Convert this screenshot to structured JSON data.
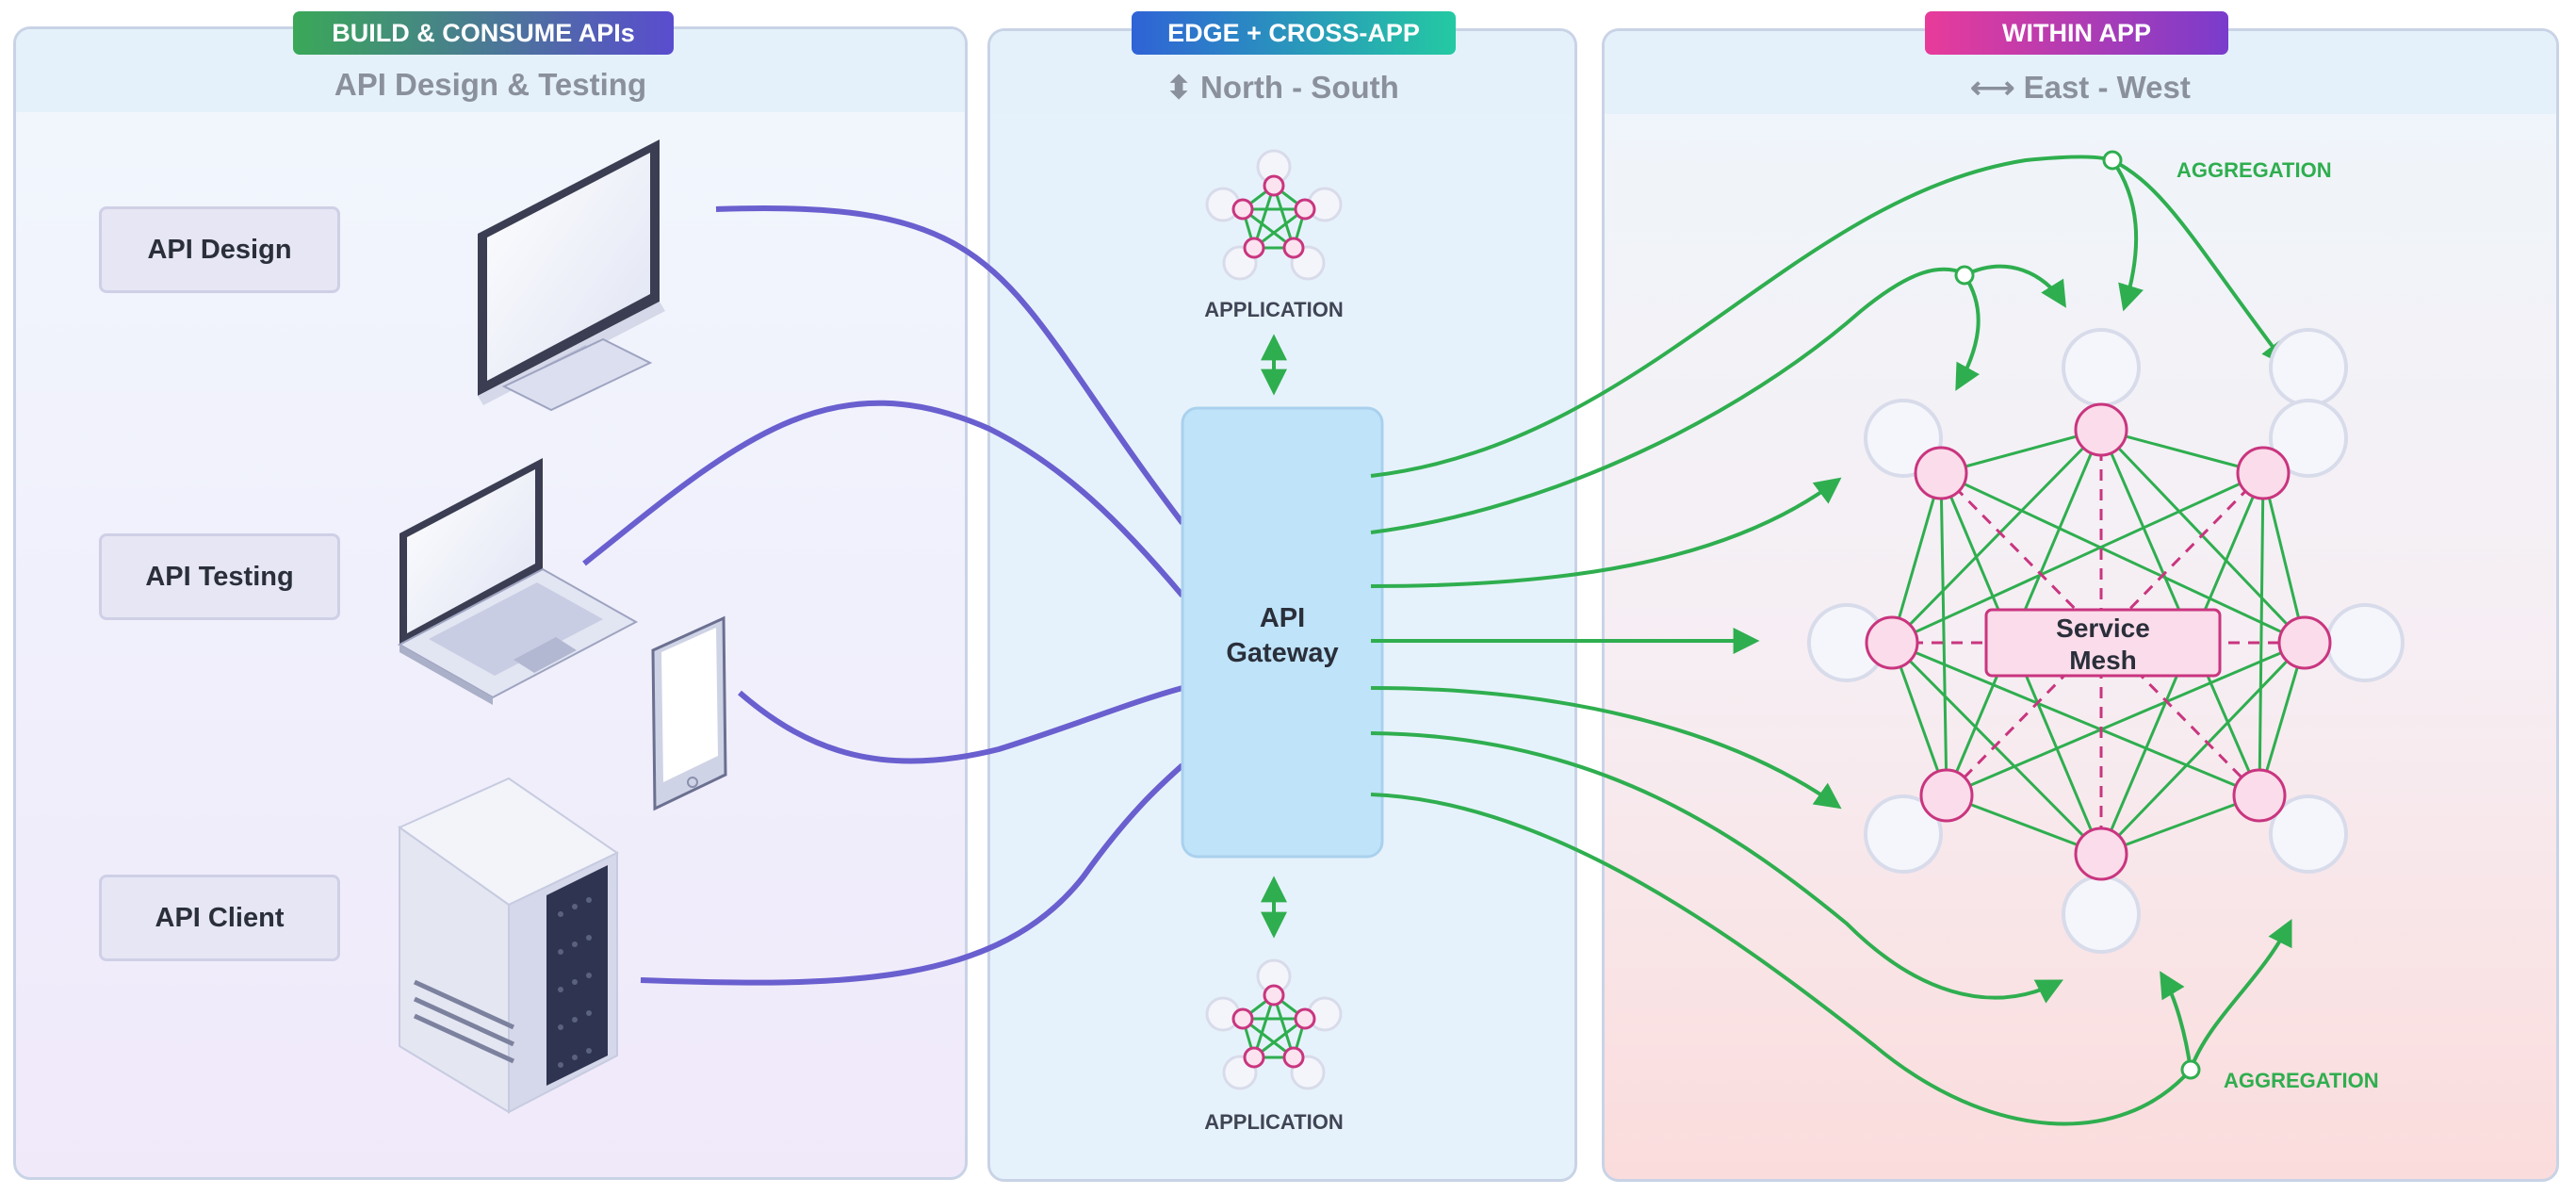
{
  "panels": {
    "left": {
      "badge": "BUILD & CONSUME APIs",
      "subtitle": "API Design & Testing"
    },
    "middle": {
      "badge": "EDGE + CROSS-APP",
      "subtitle": "⬍ North - South"
    },
    "right": {
      "badge": "WITHIN APP",
      "subtitle": "⟷ East - West"
    }
  },
  "left_items": [
    "API Design",
    "API Testing",
    "API Client"
  ],
  "gateway": {
    "line1": "API",
    "line2": "Gateway"
  },
  "application_label": "APPLICATION",
  "service_mesh": {
    "line1": "Service",
    "line2": "Mesh"
  },
  "aggregation_label": "AGGREGATION",
  "colors": {
    "consume_links": "#6a5fcf",
    "traffic_links": "#2fae4f",
    "mesh_nodes": "#e0689f",
    "gateway_fill": "#bfe3f9"
  },
  "icons": [
    "desktop-monitor-icon",
    "laptop-icon",
    "tablet-icon",
    "server-tower-icon"
  ]
}
